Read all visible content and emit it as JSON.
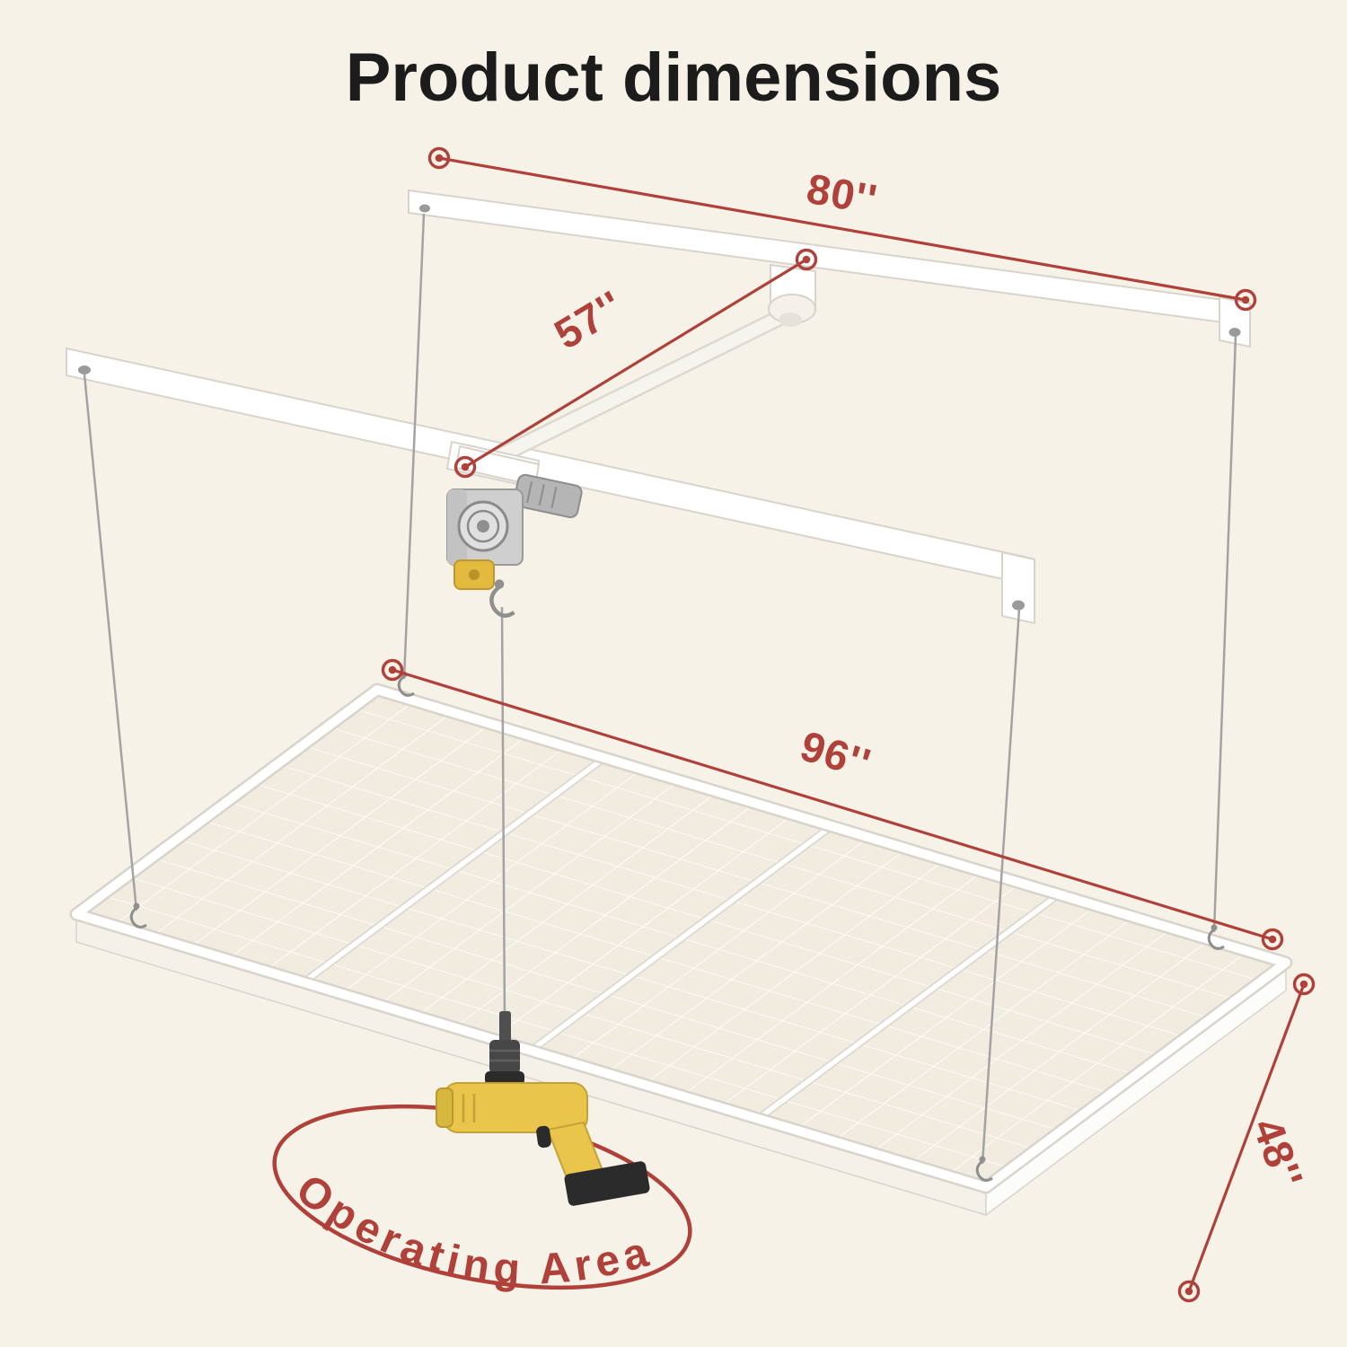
{
  "page": {
    "title": "Product dimensions"
  },
  "palette": {
    "page_background": "#f7f2e8",
    "title_color": "#1c1c1c",
    "dimension_red": "#b0413a",
    "beam_white": "#ffffff",
    "beam_outline": "#d8d4cb",
    "cable_gray": "#a3a3a3",
    "mesh_white": "#ffffff",
    "winch_silver": "#cfcfcf",
    "drill_yellow": "#e9c54b",
    "drill_dark": "#2b2b2b"
  },
  "dimensions": {
    "top_rail_length": "80''",
    "rail_spacing": "57''",
    "platform_length": "96''",
    "platform_width": "48''"
  },
  "operating_area": {
    "label": "Operating Area"
  }
}
